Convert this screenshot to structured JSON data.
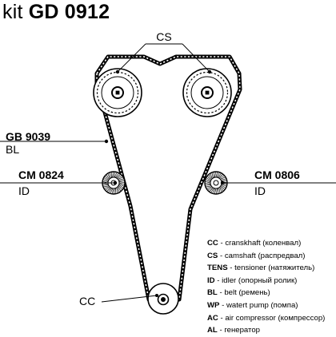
{
  "title": {
    "prefix": "kit",
    "code": "GD 0912"
  },
  "labels": {
    "camshaft_group": "CS",
    "belt_part": "GB 9039",
    "belt_type": "BL",
    "idler_left_part": "CM 0824",
    "idler_left_type": "ID",
    "idler_right_part": "CM 0806",
    "idler_right_type": "ID",
    "crankshaft": "CC"
  },
  "legend": [
    {
      "code": "CC",
      "text": " - cranskhaft (коленвал)"
    },
    {
      "code": "CS",
      "text": " - camshaft (распредвал)"
    },
    {
      "code": "TENS",
      "text": " - tensioner (натяжитель)"
    },
    {
      "code": "ID",
      "text": " - idler (опорный ролик)"
    },
    {
      "code": "BL",
      "text": " - belt (ремень)"
    },
    {
      "code": "WP",
      "text": " - watert pump (помпа)"
    },
    {
      "code": "AC",
      "text": " - air compressor (компрессор)"
    },
    {
      "code": "AL",
      "text": " - генератор"
    }
  ],
  "colors": {
    "ink": "#000000",
    "background": "#ffffff"
  }
}
